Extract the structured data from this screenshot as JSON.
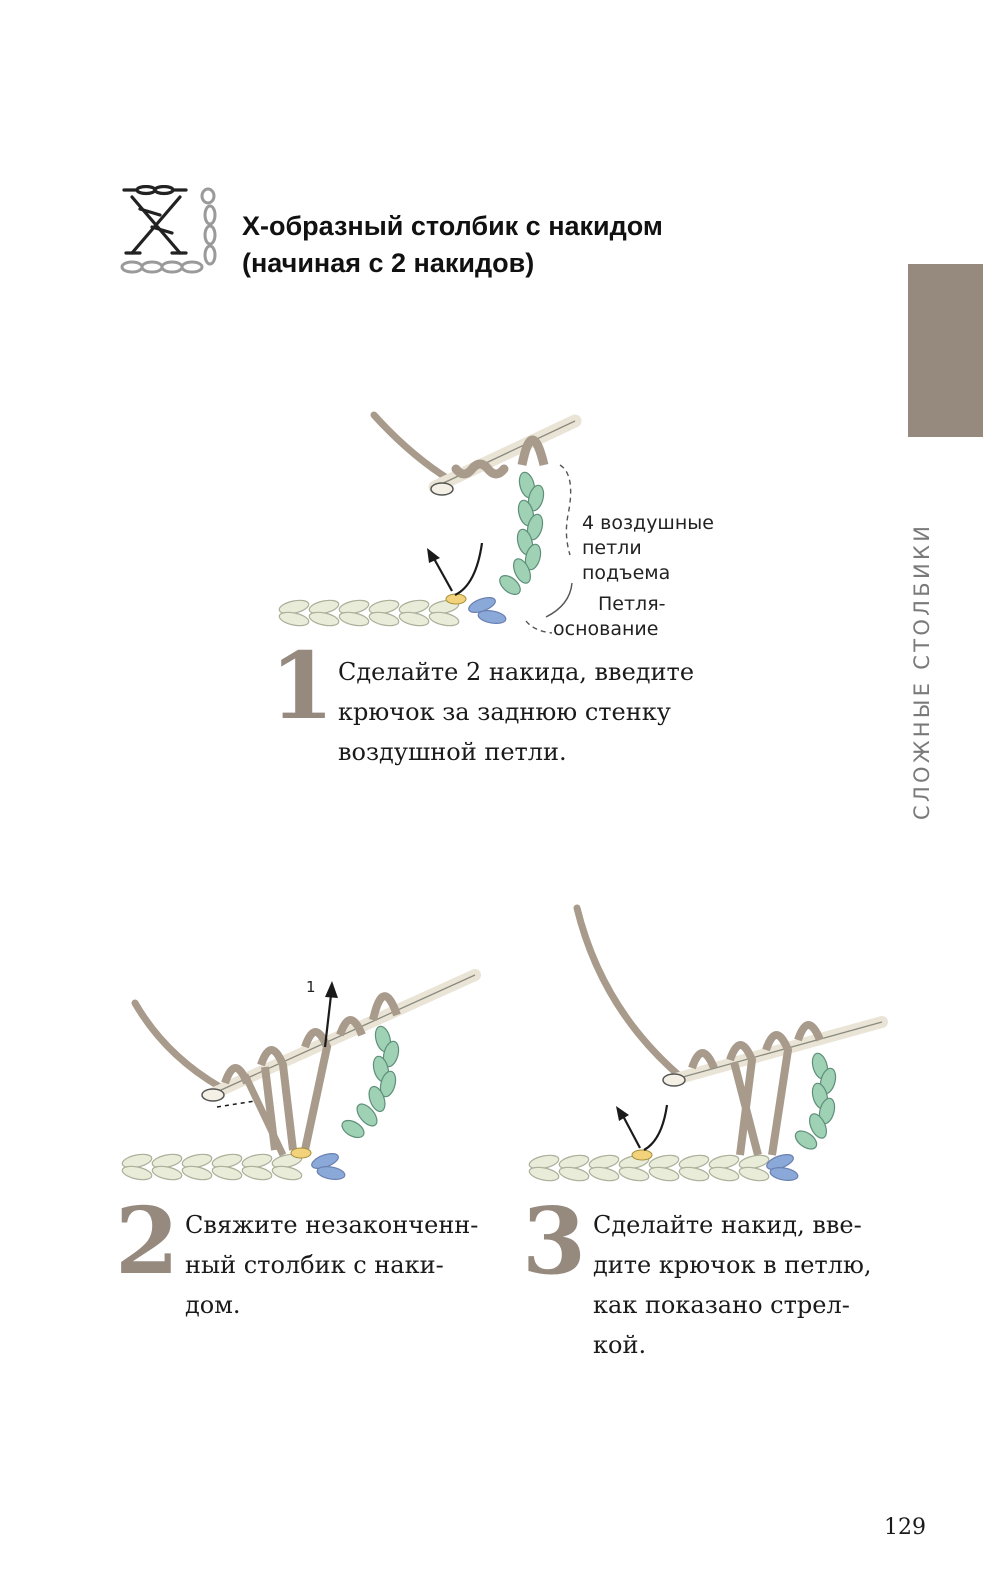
{
  "header": {
    "symbol_icon": "double-crochet-x-symbol-icon",
    "title_line1": "Х-образный столбик с накидом",
    "title_line2": "(начиная с 2 накидов)"
  },
  "side_tab": {
    "label": "СЛОЖНЫЕ СТОЛБИКИ",
    "color": "#968a7f"
  },
  "figure1": {
    "label_chain": [
      "4 воздушные",
      "петли",
      "подъема"
    ],
    "label_base": [
      "Петля-",
      "основание"
    ]
  },
  "figure2": {
    "arrow_label": "1"
  },
  "steps": [
    {
      "number": "1",
      "lines": [
        "Сделайте 2 накида, введите",
        "крючок за заднюю стенку",
        "воздушной петли."
      ]
    },
    {
      "number": "2",
      "lines": [
        "Свяжите незаконченн-",
        "ный столбик с наки-",
        "дом."
      ]
    },
    {
      "number": "3",
      "lines": [
        "Сделайте накид, вве-",
        "дите крючок в петлю,",
        "как показано стрел-",
        "кой."
      ]
    }
  ],
  "page_number": "129",
  "colors": {
    "accent": "#968a7f",
    "yarn": "#a89b8c",
    "chain_green": "#9fd1b5",
    "chain_blue": "#8aa8d8",
    "base_chain": "#e9ecd8",
    "marker": "#f2d27a"
  }
}
